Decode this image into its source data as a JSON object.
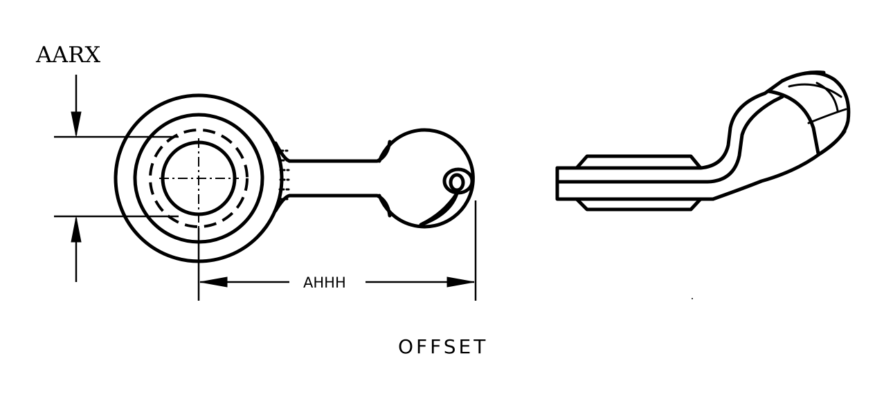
{
  "labels": {
    "thickness_dim": "AARX",
    "length_dim": "AHHH",
    "caption": "OFFSET"
  }
}
